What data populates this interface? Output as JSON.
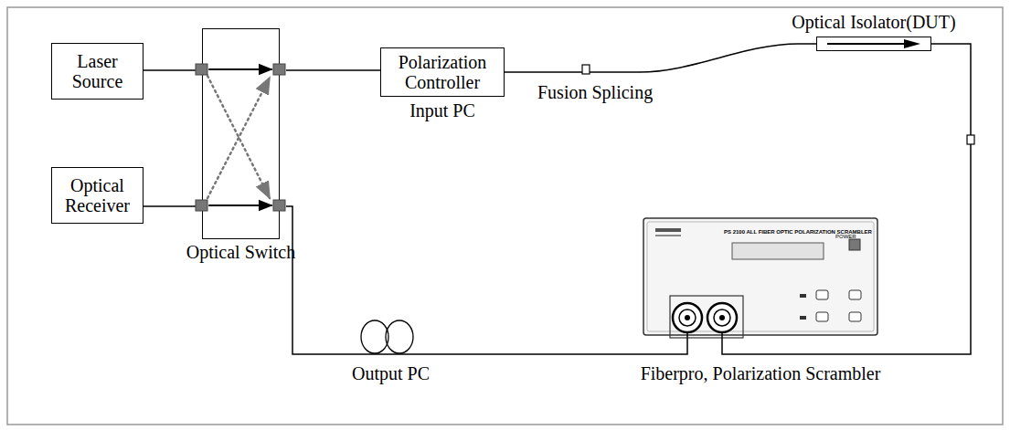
{
  "diagram": {
    "nodes": [
      {
        "text": [
          "Laser Source"
        ]
      },
      {
        "text": [
          "Optical Receiver"
        ]
      },
      {
        "text": [
          "Optical Switch"
        ]
      },
      {
        "text": [
          "Polarization Controller",
          "Input PC"
        ]
      },
      {
        "text": [
          "Optical Isolator(DUT)"
        ]
      },
      {
        "text": [
          "Fiberpro, Polarization Scrambler"
        ]
      }
    ],
    "edges": [
      {
        "from": 0,
        "to": 2,
        "arrow": "none"
      },
      {
        "from": 1,
        "to": 2,
        "arrow": "none"
      },
      {
        "from": 2,
        "to": 3,
        "arrow": "none"
      },
      {
        "from": 3,
        "to": 4,
        "arrow": "none"
      },
      {
        "from": 4,
        "to": 5,
        "arrow": "none"
      },
      {
        "from": 5,
        "to": 2,
        "arrow": "none"
      }
    ],
    "labels": [
      "Fusion Splicing",
      "Output PC",
      "PS 2100 ALL FIBER OPTIC POLARIZATION SCRAMBLER",
      "POWER"
    ]
  }
}
